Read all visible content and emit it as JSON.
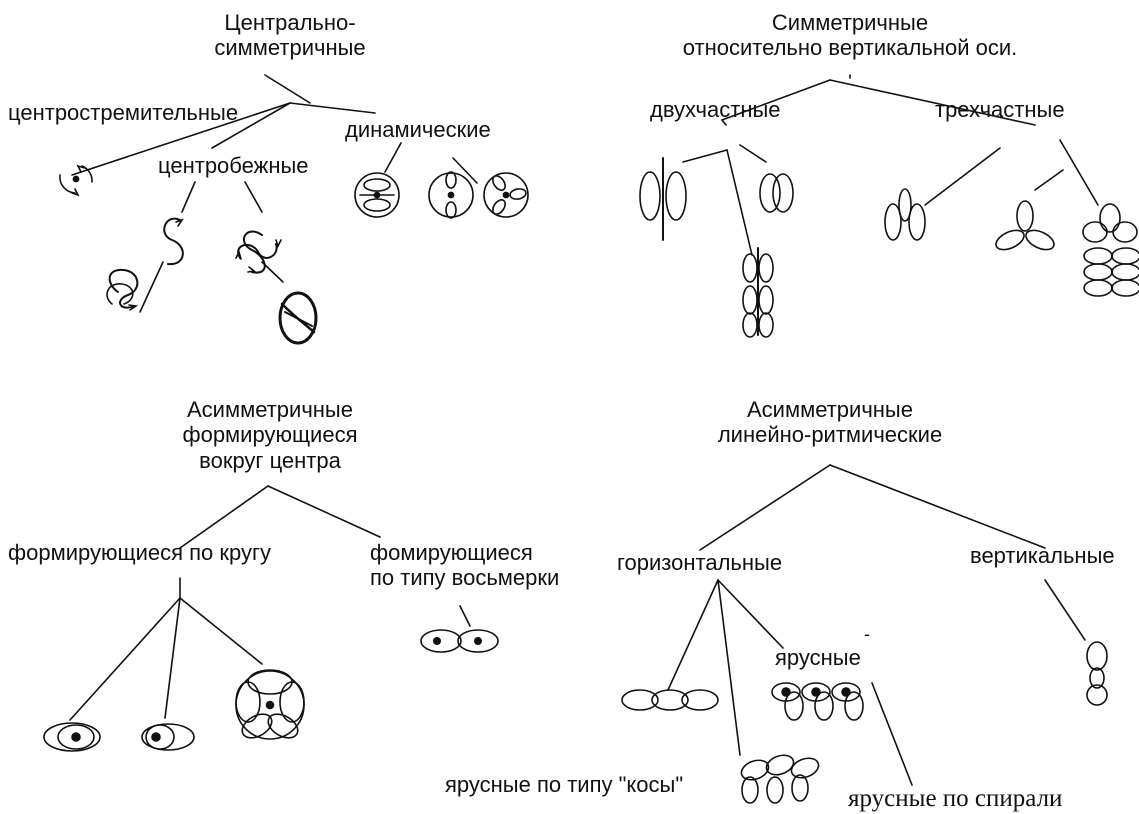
{
  "quadrants": {
    "central": {
      "title_line1": "Центрально-",
      "title_line2": "симметричные",
      "branch_centripetal": "центростремительные",
      "branch_centrifugal": "центробежные",
      "branch_dynamic": "динамические"
    },
    "vertical_axis": {
      "title_line1": "Симметричные",
      "title_line2": "относительно вертикальной оси.",
      "branch_two_part": "двухчастные",
      "branch_three_part": "трехчастные"
    },
    "asym_center": {
      "title_line1": "Асимметричные",
      "title_line2": "формирующиеся",
      "title_line3": "вокруг центра",
      "branch_circle": "формирующиеся по кругу",
      "branch_figure8_line1": "фомирующиеся",
      "branch_figure8_line2": "по типу восьмерки"
    },
    "asym_linear": {
      "title_line1": "Асимметричные",
      "title_line2": "линейно-ритмические",
      "branch_horizontal": "горизонтальные",
      "branch_vertical": "вертикальные",
      "branch_tiered_mark": "-",
      "branch_tiered": "ярусные",
      "branch_braid": "ярусные по типу \"косы\"",
      "branch_spiral": "ярусные по спирали"
    }
  },
  "colors": {
    "ink": "#111111",
    "background": "#ffffff"
  }
}
